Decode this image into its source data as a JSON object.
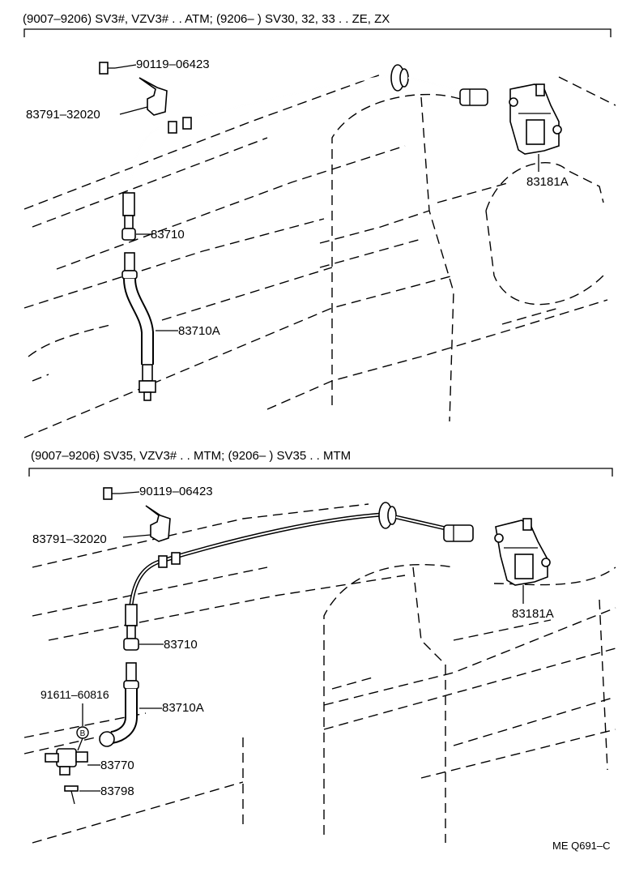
{
  "sections": [
    {
      "header": "(9007–9206) SV3#, VZV3# . . ATM; (9206–         ) SV30, 32, 33 . . ZE, ZX",
      "labels": {
        "bolt": "90119–06423",
        "bracket": "83791–32020",
        "cable": "83710",
        "cable_a": "83710A",
        "sensor": "83181A"
      }
    },
    {
      "header": "(9007–9206) SV35, VZV3# . . MTM; (9206–         ) SV35 . . MTM",
      "labels": {
        "bolt": "90119–06423",
        "bracket": "83791–32020",
        "cable": "83710",
        "cable_a": "83710A",
        "sensor": "83181A",
        "sub_part": "91611–60816",
        "circle_mark": "B",
        "joint": "83770",
        "clip": "83798"
      }
    }
  ],
  "footer_code": "ME Q691–C"
}
